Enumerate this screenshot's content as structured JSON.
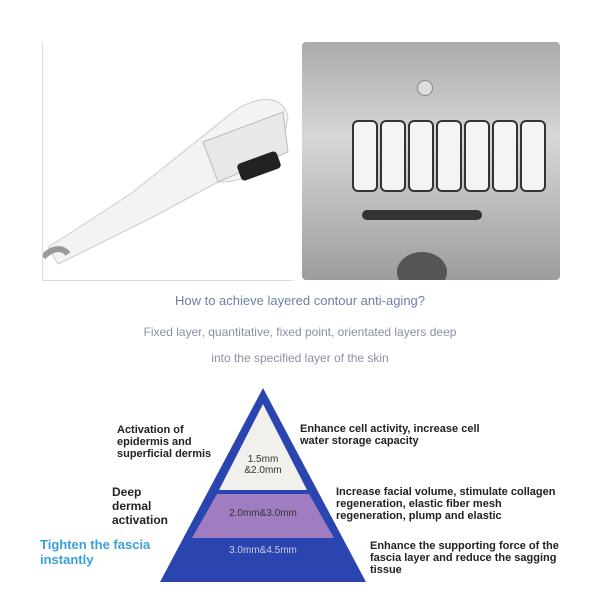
{
  "heading": "How to achieve layered contour anti-aging?",
  "subtitle_line1": "Fixed layer, quantitative, fixed point, orientated layers deep",
  "subtitle_line2": "into the specified layer of the skin",
  "pyramid": {
    "layers": [
      {
        "depth": "1.5mm &2.0mm",
        "left": "Activation of epidermis and superficial dermis",
        "right": "Enhance cell activity, increase cell water storage capacity",
        "color": "#f2f0ec"
      },
      {
        "depth": "2.0mm&3.0mm",
        "left": "Deep dermal activation",
        "right": "Increase facial volume, stimulate collagen regeneration, elastic fiber mesh regeneration, plump and elastic",
        "color": "#a07cc0"
      },
      {
        "depth": "3.0mm&4.5mm",
        "left": "Tighten the fascia instantly",
        "right": "Enhance the supporting force of the fascia layer and reduce the sagging tissue",
        "color": "#2a44b0"
      }
    ]
  }
}
